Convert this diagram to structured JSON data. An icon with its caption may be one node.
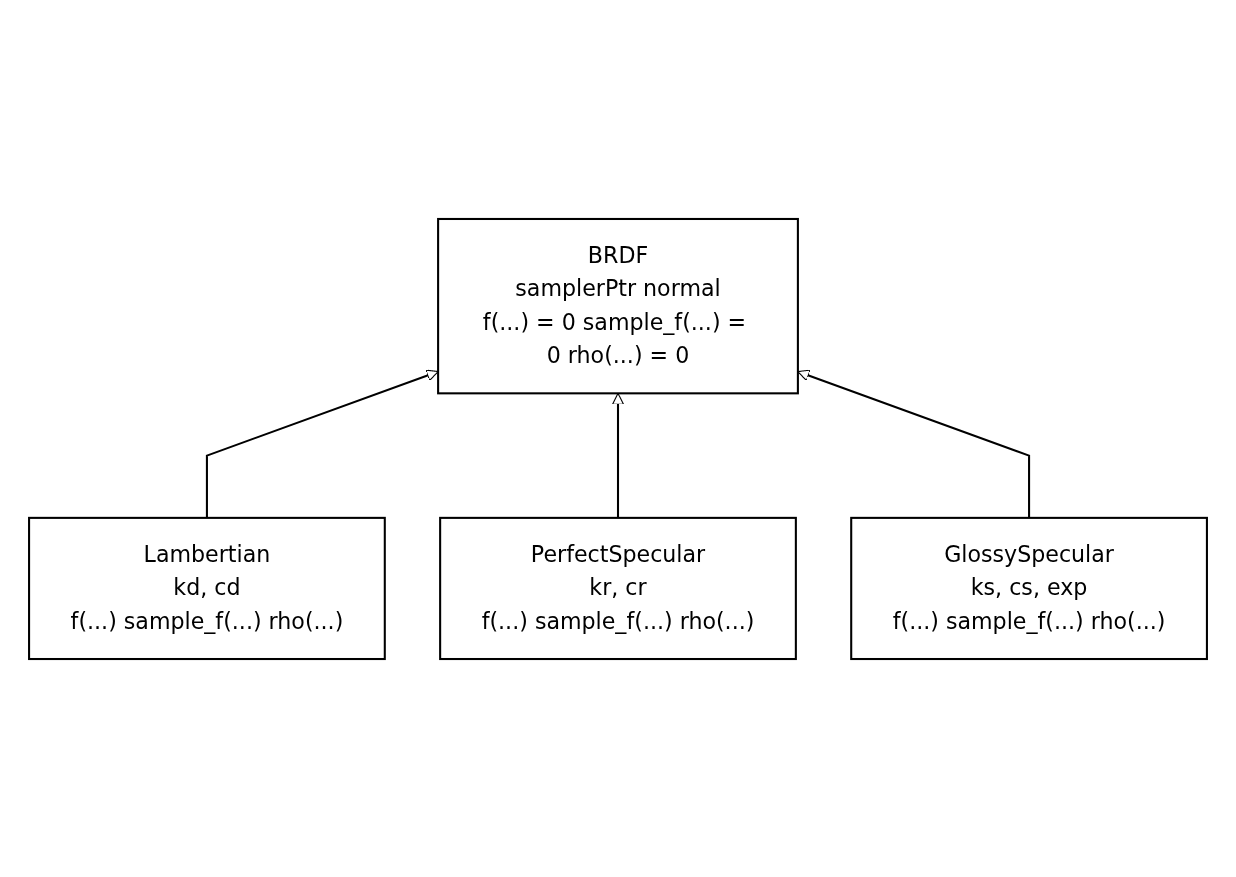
{
  "diagram": {
    "nodes": [
      {
        "text": [
          "BRDF",
          "samplerPtr normal",
          "f(...) = 0 sample_f(...) = 0 rho(...) = 0"
        ]
      },
      {
        "text": [
          "Lambertian",
          "kd, cd",
          "f(...) sample_f(...) rho(...)"
        ]
      },
      {
        "text": [
          "PerfectSpecular",
          "kr, cr",
          "f(...) sample_f(...) rho(...)"
        ]
      },
      {
        "text": [
          "GlossySpecular",
          "ks, cs, exp",
          "f(...) sample_f(...) rho(...)"
        ]
      }
    ],
    "edges": [
      {
        "from": 1,
        "to": 0,
        "arrow": "to"
      },
      {
        "from": 2,
        "to": 0,
        "arrow": "to"
      },
      {
        "from": 3,
        "to": 0,
        "arrow": "to"
      }
    ]
  }
}
